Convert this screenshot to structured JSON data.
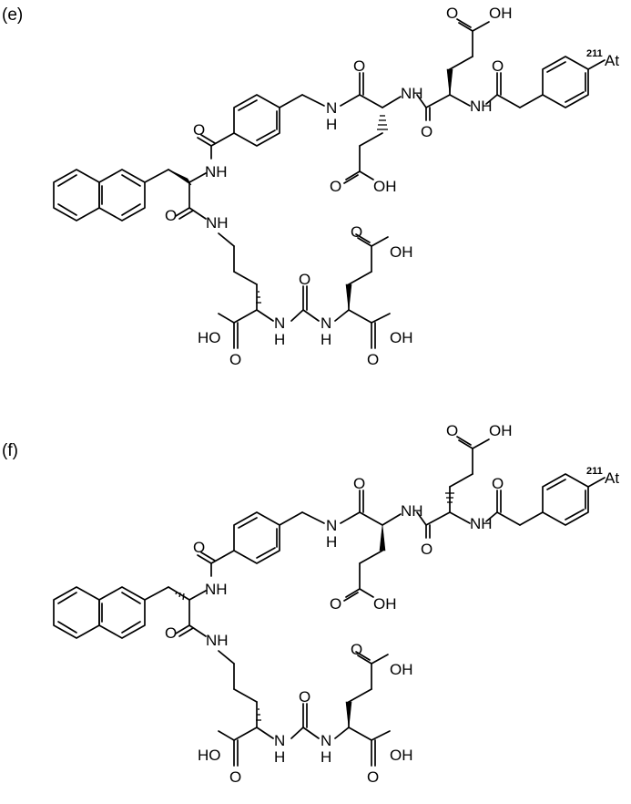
{
  "panels": [
    {
      "label": "(e)",
      "atoms": {
        "O": "O",
        "OH": "OH",
        "HO": "HO",
        "NH": "NH",
        "N": "N",
        "H": "H",
        "isotope": "211",
        "At": "At"
      }
    },
    {
      "label": "(f)",
      "atoms": {
        "O": "O",
        "OH": "OH",
        "HO": "HO",
        "NH": "NH",
        "N": "N",
        "H": "H",
        "isotope": "211",
        "At": "At"
      }
    }
  ],
  "colors": {
    "ink": "#000000",
    "background": "#ffffff"
  }
}
